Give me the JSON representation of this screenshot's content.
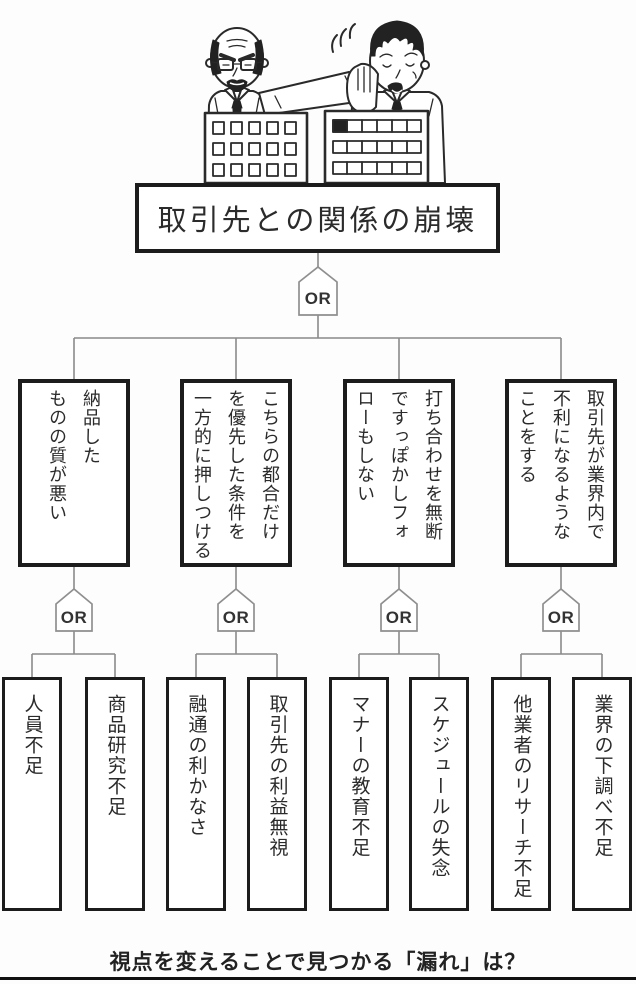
{
  "tree": {
    "root": "取引先との関係の崩壊",
    "gate_label": "OR",
    "branches": [
      {
        "label": "納品した\nものの質が悪い",
        "children": [
          "人員不足",
          "商品研究不足"
        ]
      },
      {
        "label": "こちらの都合だけ\nを優先した条件を\n一方的に押しつける",
        "children": [
          "融通の利かなさ",
          "取引先の利益無視"
        ]
      },
      {
        "label": "打ち合わせを無断\nですっぽかしフォ\nローもしない",
        "children": [
          "マナーの教育不足",
          "スケジュールの失念"
        ]
      },
      {
        "label": "取引先が業界内で\n不利になるような\nことをする",
        "children": [
          "他業者のリサーチ不足",
          "業界の下調べ不足"
        ]
      }
    ]
  },
  "caption": "視点を変えることで見つかる「漏れ」は？",
  "icons": {
    "illustration": "angry-businessman-slapping-partner-over-office-buildings-icon"
  },
  "colors": {
    "line": "#8a8a8a",
    "box_border": "#1c1c1c",
    "text": "#2b2b2b",
    "background": "#fdfdfd"
  }
}
